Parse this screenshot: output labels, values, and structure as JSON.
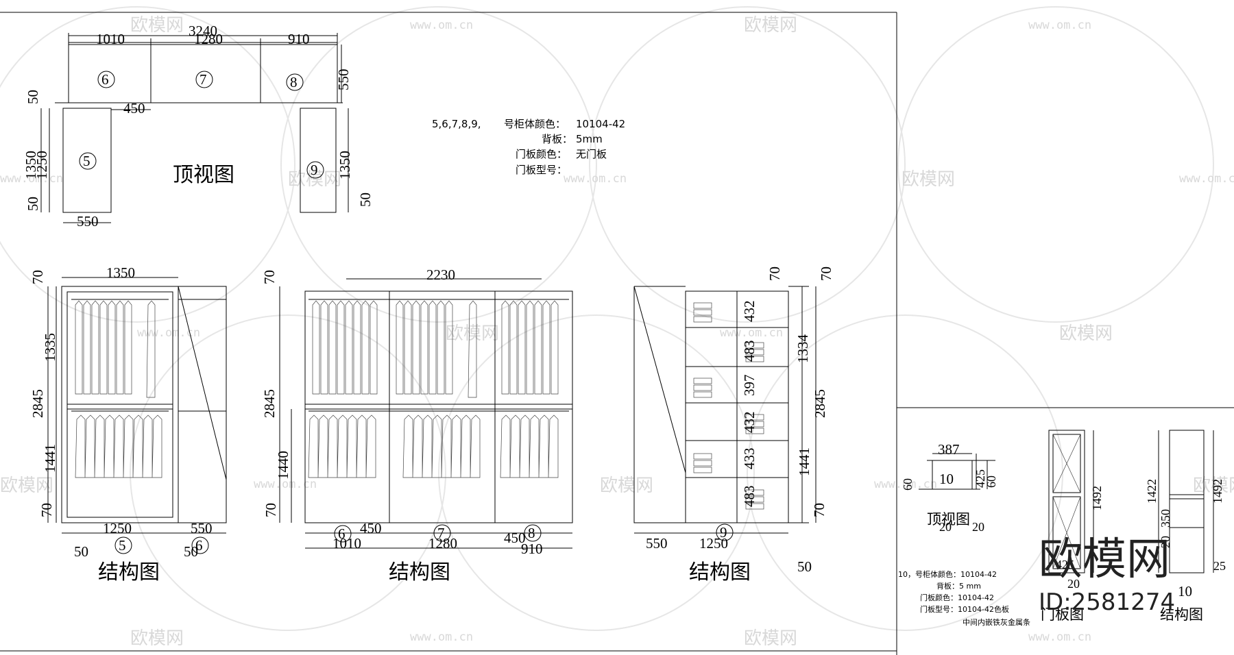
{
  "views": {
    "top_view_title": "顶视图",
    "structure_title": "结构图",
    "door_panel_title": "门板图"
  },
  "top_view": {
    "dims": {
      "overall": "3240",
      "w6": "1010",
      "w7": "1280",
      "w8": "910",
      "d550": "550",
      "d50": "50",
      "d450": "450",
      "d1350": "1350",
      "d1250": "1250",
      "w550": "550"
    },
    "markers": [
      "5",
      "6",
      "7",
      "8",
      "9"
    ]
  },
  "spec_main": {
    "line1_prefix": "5,6,7,8,9,",
    "line1_label": "号柜体颜色：",
    "line1_value": "10104-42",
    "line2_label": "背板：",
    "line2_value": "5mm",
    "line3_label": "门板颜色：",
    "line3_value": "无门板",
    "line4_label": "门板型号："
  },
  "elev5": {
    "dims": {
      "top": "1350",
      "h70a": "70",
      "h1335": "1335",
      "h2845": "2845",
      "h1441": "1441",
      "h70b": "70",
      "w1250": "1250",
      "w550": "550",
      "w50a": "50",
      "w50b": "50"
    },
    "markers": [
      "5",
      "6"
    ]
  },
  "elev678": {
    "dims": {
      "top": "2230",
      "h70a": "70",
      "h2845": "2845",
      "h1440": "1440",
      "h70b": "70",
      "w450a": "450",
      "w1010": "1010",
      "w1280": "1280",
      "w450b": "450",
      "w910": "910"
    },
    "markers": [
      "6",
      "7",
      "8"
    ]
  },
  "elev9": {
    "dims": {
      "h70a": "70",
      "h70b": "70",
      "h432a": "432",
      "h483a": "483",
      "h397": "397",
      "h432b": "432",
      "h433": "433",
      "h483b": "483",
      "h1334": "1334",
      "h2845": "2845",
      "h1441": "1441",
      "h70c": "70",
      "w550": "550",
      "w1250": "1250",
      "w50": "50"
    },
    "markers": [
      "9"
    ]
  },
  "cab10": {
    "top_dims": {
      "w387": "387",
      "h60": "60",
      "d425": "425",
      "d60": "60",
      "w20a": "20",
      "w20b": "20"
    },
    "marker": "10",
    "door_dims": {
      "h1492": "1492",
      "w20": "20"
    },
    "struct_dims": {
      "h1422": "1422",
      "h1492": "1492",
      "h350": "350",
      "h20": "20",
      "w425": "425",
      "w25": "25"
    },
    "spec": {
      "line1": "10，号柜体颜色：10104-42",
      "line2": "背板：5 mm",
      "line3": "门板颜色：10104-42",
      "line4": "门板型号：10104-42色板",
      "line5": "中间内嵌铁灰金属条"
    }
  },
  "watermark": {
    "brand": "欧模网",
    "url": "www.om.cn",
    "logo": "欧模网",
    "id": "ID:2581274"
  }
}
